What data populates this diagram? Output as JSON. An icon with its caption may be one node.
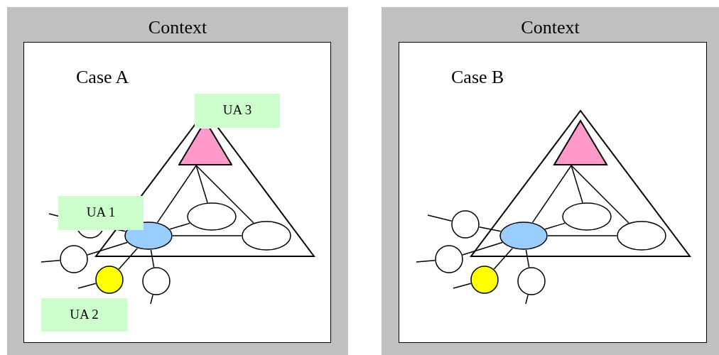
{
  "diagram": {
    "nodes": [
      {
        "text": [
          "Context"
        ]
      },
      {
        "text": [
          "Case A"
        ],
        "in": 0
      },
      {
        "text": [
          "UA 3"
        ],
        "in": 1
      },
      {
        "text": [],
        "shape": "triangle",
        "in": 1
      },
      {
        "text": [
          "UA 1"
        ],
        "in": 1
      },
      {
        "text": [],
        "shape": "ellipse",
        "in": 1
      },
      {
        "text": [],
        "shape": "ellipse",
        "in": 1
      },
      {
        "text": [],
        "shape": "ellipse",
        "in": 1
      },
      {
        "text": [],
        "shape": "circle",
        "in": 1
      },
      {
        "text": [],
        "shape": "circle",
        "in": 1
      },
      {
        "text": [],
        "shape": "circle",
        "in": 1
      },
      {
        "text": [],
        "shape": "circle",
        "in": 1
      },
      {
        "text": [
          "UA 2"
        ],
        "in": 1
      },
      {
        "text": [
          "Context"
        ]
      },
      {
        "text": [
          "Case B"
        ],
        "in": 13
      },
      {
        "text": [],
        "shape": "triangle",
        "in": 14
      },
      {
        "text": [],
        "shape": "ellipse",
        "in": 14
      },
      {
        "text": [],
        "shape": "ellipse",
        "in": 14
      },
      {
        "text": [],
        "shape": "ellipse",
        "in": 14
      },
      {
        "text": [],
        "shape": "circle",
        "in": 14
      },
      {
        "text": [],
        "shape": "circle",
        "in": 14
      },
      {
        "text": [],
        "shape": "circle",
        "in": 14
      },
      {
        "text": [],
        "shape": "circle",
        "in": 14
      }
    ],
    "edges": [
      {
        "from": 3,
        "to": 5,
        "arrow": "none"
      },
      {
        "from": 3,
        "to": 6,
        "arrow": "none"
      },
      {
        "from": 3,
        "to": 7,
        "arrow": "none"
      },
      {
        "from": 6,
        "to": 5,
        "arrow": "none"
      },
      {
        "from": 6,
        "to": 7,
        "arrow": "none"
      },
      {
        "from": 6,
        "to": 8,
        "arrow": "none"
      },
      {
        "from": 6,
        "to": 9,
        "arrow": "none"
      },
      {
        "from": 6,
        "to": 10,
        "arrow": "none"
      },
      {
        "from": 6,
        "to": 11,
        "arrow": "none"
      },
      {
        "from": 8,
        "to": null,
        "arrow": "none"
      },
      {
        "from": 9,
        "to": null,
        "arrow": "none"
      },
      {
        "from": 10,
        "to": null,
        "arrow": "none"
      },
      {
        "from": 11,
        "to": null,
        "arrow": "none"
      },
      {
        "from": 15,
        "to": 16,
        "arrow": "none"
      },
      {
        "from": 15,
        "to": 17,
        "arrow": "none"
      },
      {
        "from": 15,
        "to": 18,
        "arrow": "none"
      },
      {
        "from": 17,
        "to": 16,
        "arrow": "none"
      },
      {
        "from": 17,
        "to": 18,
        "arrow": "none"
      },
      {
        "from": 17,
        "to": 19,
        "arrow": "none"
      },
      {
        "from": 17,
        "to": 20,
        "arrow": "none"
      },
      {
        "from": 17,
        "to": 21,
        "arrow": "none"
      },
      {
        "from": 17,
        "to": 22,
        "arrow": "none"
      },
      {
        "from": 19,
        "to": null,
        "arrow": "none"
      },
      {
        "from": 20,
        "to": null,
        "arrow": "none"
      },
      {
        "from": 21,
        "to": null,
        "arrow": "none"
      },
      {
        "from": 22,
        "to": null,
        "arrow": "none"
      }
    ]
  }
}
